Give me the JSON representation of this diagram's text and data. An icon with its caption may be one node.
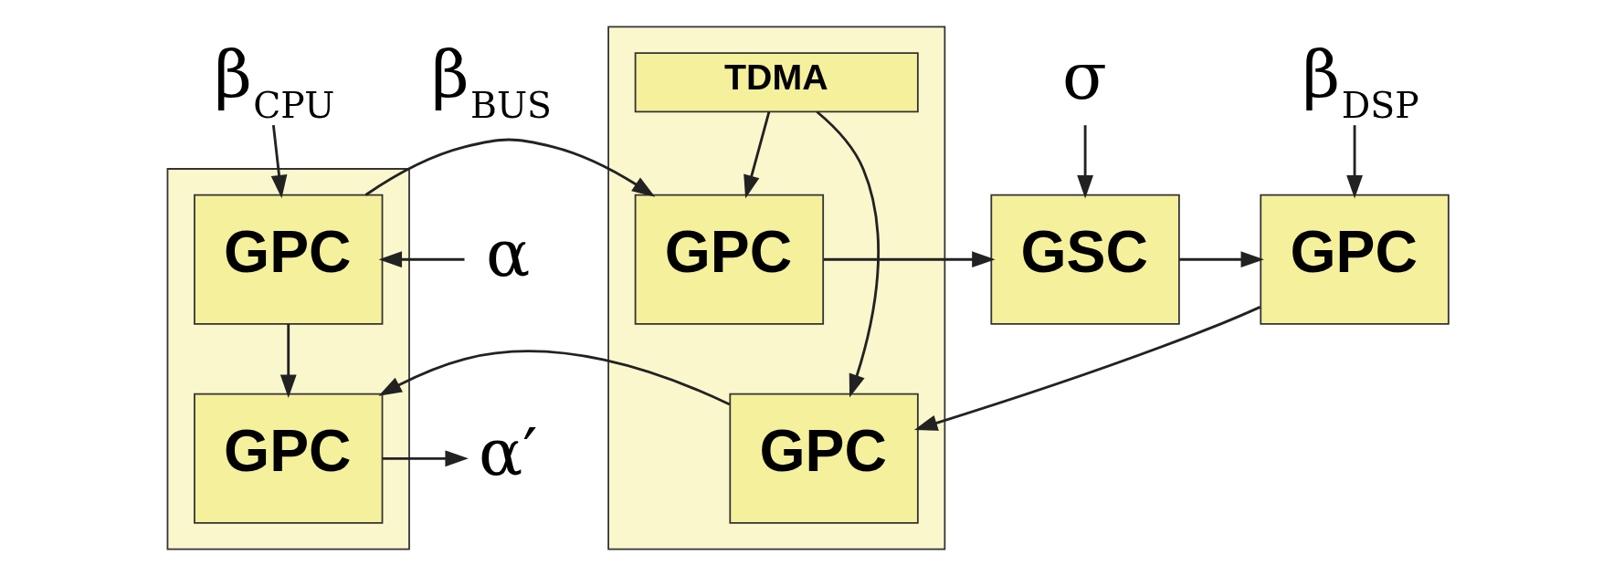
{
  "diagram": {
    "nodes": [
      {
        "text": [
          "β$_{CPU}$"
        ]
      },
      {
        "text": [
          "α"
        ]
      },
      {
        "text": [],
        "shape": "box"
      },
      {
        "text": [
          "GPC"
        ],
        "in": 2
      },
      {
        "text": [
          "GPC"
        ],
        "in": 2
      },
      {
        "text": [
          "α′"
        ]
      },
      {
        "text": [
          "β$_{BUS}$"
        ]
      },
      {
        "text": [],
        "shape": "box"
      },
      {
        "text": [
          "TDMA"
        ],
        "in": 7
      },
      {
        "text": [
          "GPC"
        ],
        "in": 7
      },
      {
        "text": [
          "GPC"
        ],
        "in": 7
      },
      {
        "text": [
          "σ"
        ]
      },
      {
        "text": [
          "GSC"
        ]
      },
      {
        "text": [
          "β$_{DSP}$"
        ]
      },
      {
        "text": [
          "GPC"
        ]
      }
    ],
    "edges": [
      {
        "from": 0,
        "to": 3,
        "arrow": "to"
      },
      {
        "from": 1,
        "to": 3,
        "arrow": "to"
      },
      {
        "from": 3,
        "to": 4,
        "arrow": "to"
      },
      {
        "from": 3,
        "to": 9,
        "arrow": "to"
      },
      {
        "from": 8,
        "to": 9,
        "arrow": "to"
      },
      {
        "from": 8,
        "to": 10,
        "arrow": "to"
      },
      {
        "from": 9,
        "to": 12,
        "arrow": "to"
      },
      {
        "from": 11,
        "to": 12,
        "arrow": "to"
      },
      {
        "from": 12,
        "to": 14,
        "arrow": "to"
      },
      {
        "from": 13,
        "to": 14,
        "arrow": "to"
      },
      {
        "from": 14,
        "to": 10,
        "arrow": "to"
      },
      {
        "from": 10,
        "to": 4,
        "arrow": "to"
      },
      {
        "from": 4,
        "to": 5,
        "arrow": "to"
      }
    ]
  }
}
